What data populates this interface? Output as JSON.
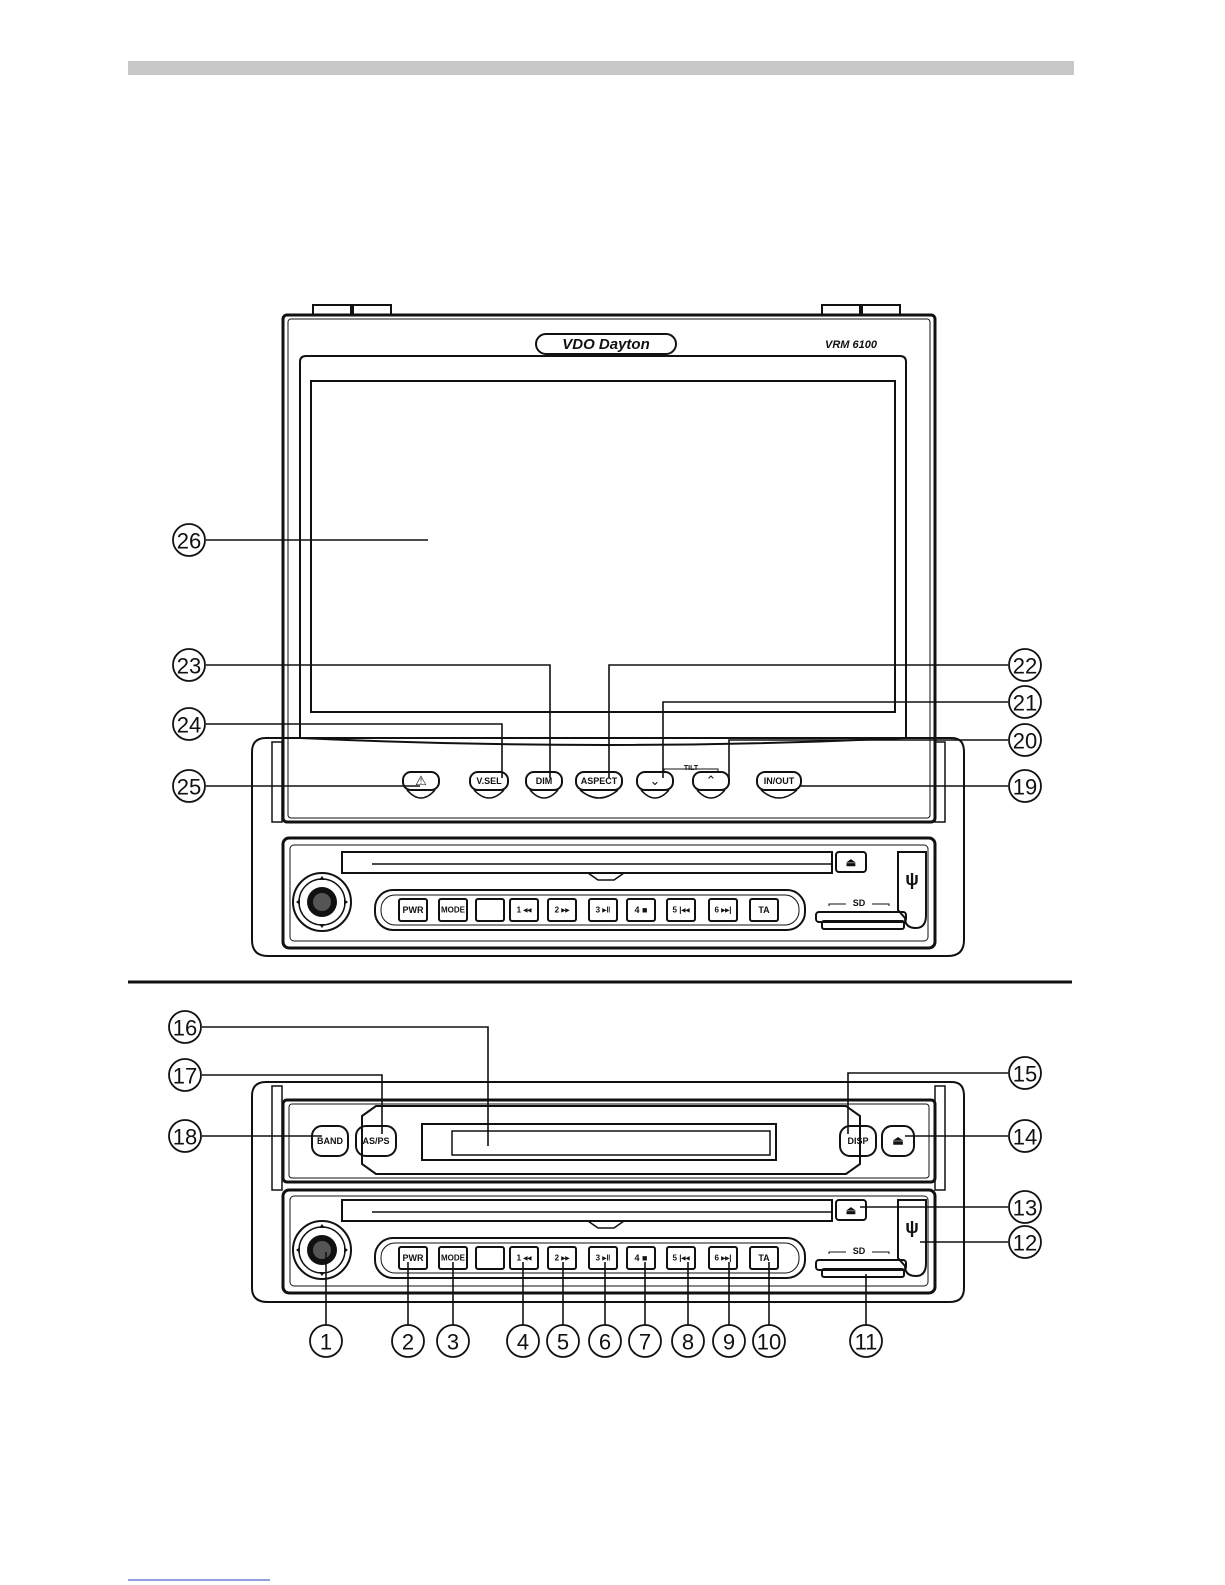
{
  "brand": {
    "logo_text": "VDO Dayton",
    "model": "VRM 6100"
  },
  "labels": {
    "tilt": "TILT",
    "sd": "SD",
    "warning_symbol": "⚠",
    "eject_symbol": "⏏",
    "usb_symbol": "ψ"
  },
  "screen_buttons": [
    {
      "id": "warn",
      "label": "⚠"
    },
    {
      "id": "vsel",
      "label": "V.SEL"
    },
    {
      "id": "dim",
      "label": "DIM"
    },
    {
      "id": "aspect",
      "label": "ASPECT"
    },
    {
      "id": "tilt-down",
      "label": "⌄"
    },
    {
      "id": "tilt-up",
      "label": "⌃"
    },
    {
      "id": "inout",
      "label": "IN/OUT"
    }
  ],
  "panel_buttons": [
    {
      "id": "pwr",
      "label": "PWR"
    },
    {
      "id": "mode",
      "label": "MODE"
    },
    {
      "id": "blank",
      "label": ""
    },
    {
      "id": "p1",
      "label": "1 ◂◂"
    },
    {
      "id": "p2",
      "label": "2 ▸▸"
    },
    {
      "id": "p3",
      "label": "3 ▸‖"
    },
    {
      "id": "p4",
      "label": "4 ■"
    },
    {
      "id": "p5",
      "label": "5 |◂◂"
    },
    {
      "id": "p6",
      "label": "6 ▸▸|"
    },
    {
      "id": "ta",
      "label": "TA"
    }
  ],
  "front_buttons": [
    {
      "id": "band",
      "label": "BAND"
    },
    {
      "id": "asps",
      "label": "AS/PS"
    },
    {
      "id": "disp",
      "label": "DISP"
    },
    {
      "id": "open",
      "label": "⏏"
    }
  ],
  "callouts": [
    "1",
    "2",
    "3",
    "4",
    "5",
    "6",
    "7",
    "8",
    "9",
    "10",
    "11",
    "12",
    "13",
    "14",
    "15",
    "16",
    "17",
    "18",
    "19",
    "20",
    "21",
    "22",
    "23",
    "24",
    "25",
    "26"
  ]
}
